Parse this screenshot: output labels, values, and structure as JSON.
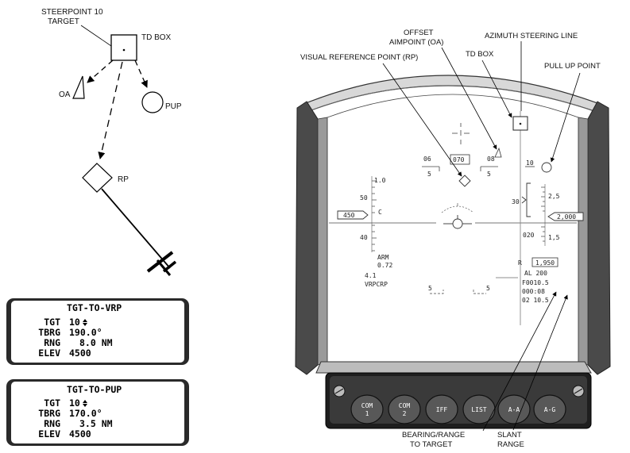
{
  "nav_diagram": {
    "steerpoint_label": [
      "STEERPOINT 10",
      "TARGET"
    ],
    "td_box_label": "TD BOX",
    "oa_label": "OA",
    "pup_label": "PUP",
    "rp_label": "RP"
  },
  "ded_vrp": {
    "title": "TGT-TO-VRP",
    "rows": [
      {
        "label": "TGT",
        "value": "10"
      },
      {
        "label": "TBRG",
        "value": "190.0°"
      },
      {
        "label": "RNG",
        "value": "8.0 NM"
      },
      {
        "label": "ELEV",
        "value": "4500"
      }
    ]
  },
  "ded_pup": {
    "title": "TGT-TO-PUP",
    "rows": [
      {
        "label": "TGT",
        "value": "10"
      },
      {
        "label": "TBRG",
        "value": "170.0°"
      },
      {
        "label": "RNG",
        "value": "3.5 NM"
      },
      {
        "label": "ELEV",
        "value": "4500"
      }
    ]
  },
  "callouts": {
    "offset_aimpoint": [
      "OFFSET",
      "AIMPOINT (OA)"
    ],
    "azimuth_steering_line": "AZIMUTH STEERING LINE",
    "visual_reference_point": "VISUAL REFERENCE POINT (RP)",
    "td_box": "TD BOX",
    "pull_up_point": "PULL UP POINT",
    "bearing_range": [
      "BEARING/RANGE",
      "TO TARGET"
    ],
    "slant_range": [
      "SLANT",
      "RANGE"
    ]
  },
  "hud": {
    "heading_left": "06",
    "heading_box": "070",
    "heading_right": "08",
    "pitch_left": "5",
    "pitch_right": "5",
    "steer_number": "10",
    "speed_scale": [
      "1.0",
      "50",
      "40"
    ],
    "speed_box": "450",
    "speed_c": "C",
    "alt_scale": [
      "2,5",
      "1,5"
    ],
    "alt_box": "2,000",
    "alt_30": "30",
    "alt_020": "020",
    "arm": "ARM",
    "arm_value": "0.72",
    "mode_number": "4.1",
    "mode": "VRPCRP",
    "ladder_left": "5",
    "ladder_right": "5",
    "radar_r": "R",
    "radar_alt": "1,950",
    "al": "AL 200",
    "fo": "F0010.5",
    "time": "000:08",
    "steer_range": "02  10.5"
  },
  "osb": [
    "COM 1",
    "COM 2",
    "IFF",
    "LIST",
    "A-A",
    "A-G"
  ]
}
